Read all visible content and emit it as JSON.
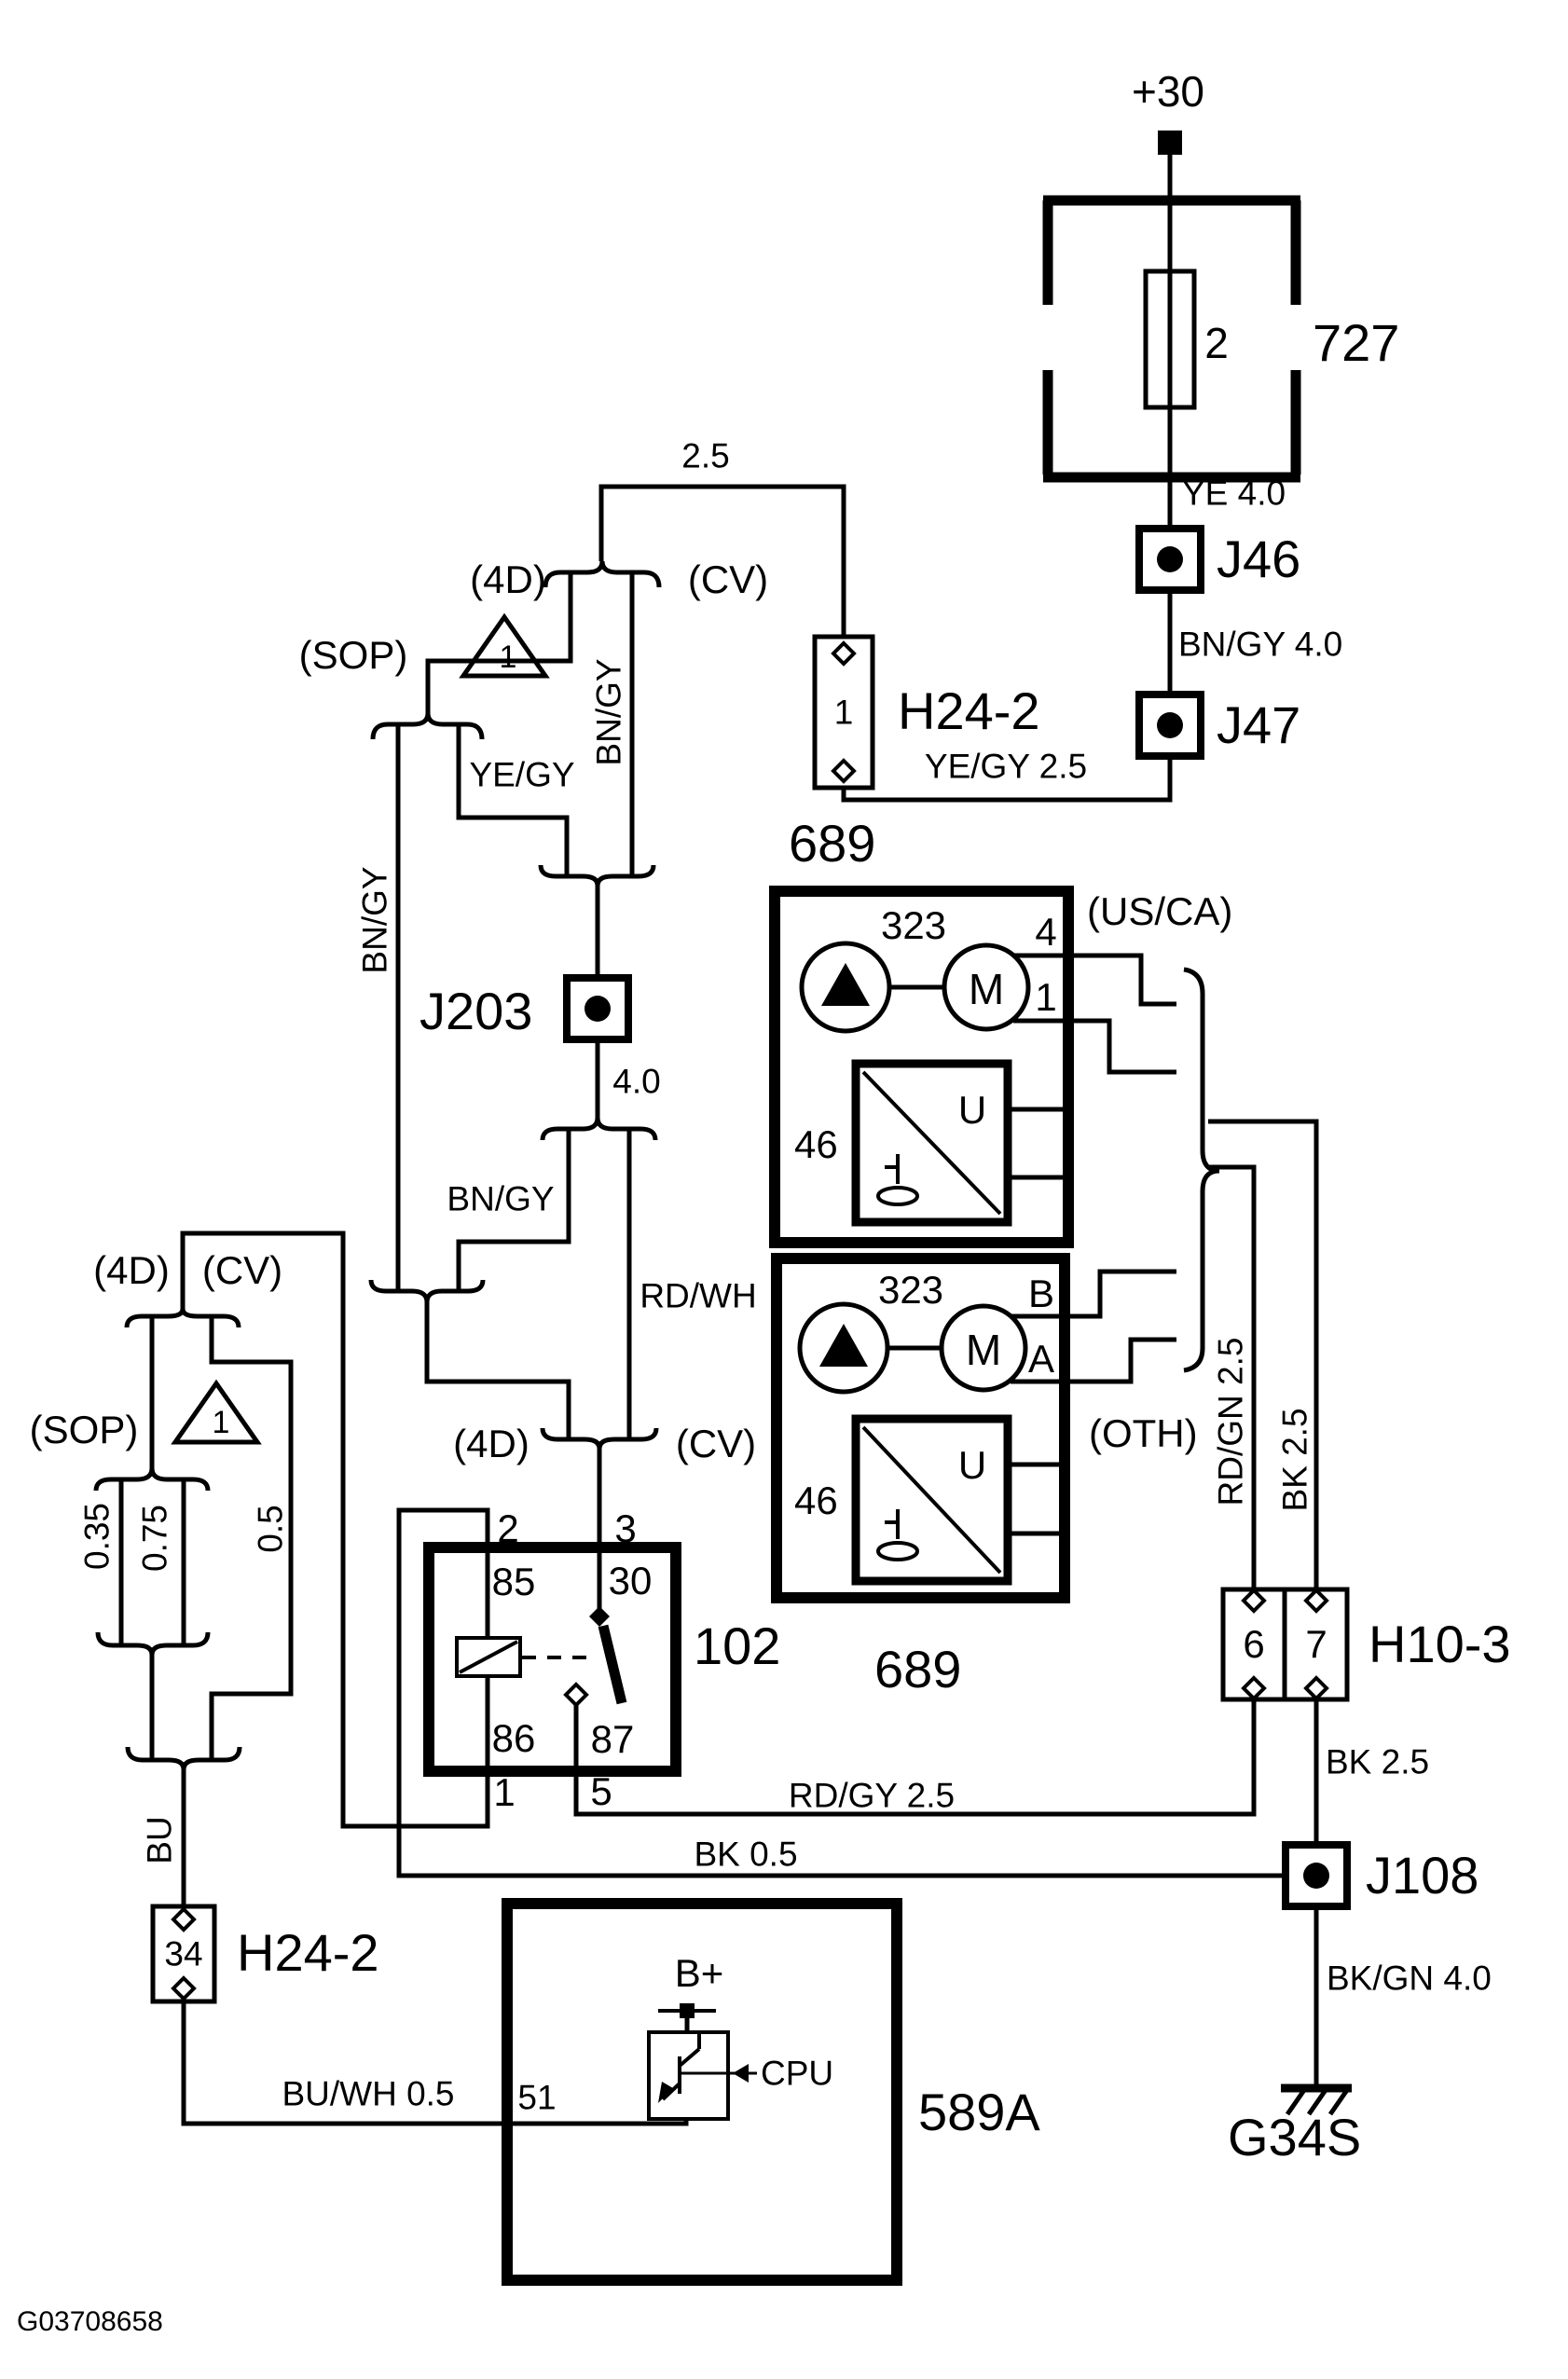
{
  "doc": {
    "id": "G03708658"
  },
  "power": {
    "terminal": "+30"
  },
  "fusebox727": {
    "label": "727",
    "fuse": "2"
  },
  "joints": {
    "j46": "J46",
    "j47": "J47",
    "j203": "J203",
    "j108": "J108"
  },
  "h24_2_top": {
    "label": "H24-2",
    "pin": "1"
  },
  "h24_2_bottom": {
    "label": "H24-2",
    "pin": "34"
  },
  "h10_3": {
    "label": "H10-3",
    "pin6": "6",
    "pin7": "7"
  },
  "relay102": {
    "label": "102",
    "p2": "2",
    "p3": "3",
    "p85": "85",
    "p30": "30",
    "p86": "86",
    "p87": "87",
    "p1": "1",
    "p5": "5"
  },
  "pump_top": {
    "label": "689",
    "unit": "323",
    "motor": "M",
    "pin_top": "4",
    "pin_bottom": "1",
    "variant": "(US/CA)",
    "sender": "46",
    "gauge": "U"
  },
  "pump_bottom": {
    "label": "689",
    "unit": "323",
    "motor": "M",
    "pin_top": "B",
    "pin_bottom": "A",
    "variant": "(OTH)",
    "sender": "46",
    "gauge": "U"
  },
  "ecu589a": {
    "label": "589A",
    "pin": "51",
    "bplus": "B+",
    "cpu": "CPU"
  },
  "ground": {
    "label": "G34S"
  },
  "wires": {
    "ye_40": "YE 4.0",
    "bngy_40": "BN/GY 4.0",
    "yegy_25": "YE/GY 2.5",
    "s25": "2.5",
    "s40": "4.0",
    "bngy_a": "BN/GY",
    "bngy_b": "BN/GY",
    "bngy_c": "BN/GY",
    "yegy": "YE/GY",
    "rdwh": "RD/WH",
    "rdgn_25": "RD/GN 2.5",
    "bk_25_a": "BK 2.5",
    "bk_25_b": "BK 2.5",
    "rdgy_25": "RD/GY 2.5",
    "bk_05": "BK 0.5",
    "bkgn_40": "BK/GN 4.0",
    "bu": "BU",
    "buwh_05": "BU/WH 0.5",
    "s035": "0.35",
    "s075": "0.75",
    "s05": "0.5"
  },
  "variants": {
    "v4d_top": "(4D)",
    "vcv_top": "(CV)",
    "sop_top": "(SOP)",
    "tri_top": "1",
    "v4d_mid": "(4D)",
    "vcv_mid": "(CV)",
    "v4d_left": "(4D)",
    "vcv_left": "(CV)",
    "sop_left": "(SOP)",
    "tri_left": "1"
  }
}
